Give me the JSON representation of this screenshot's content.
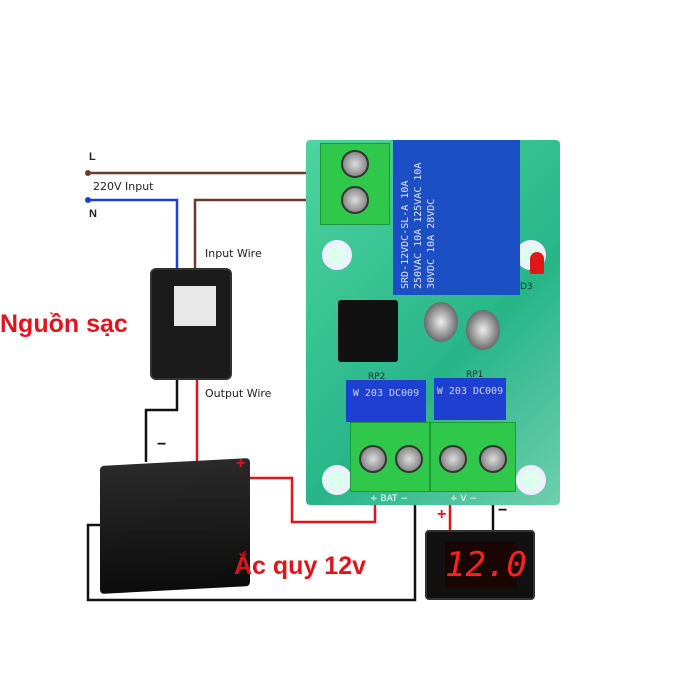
{
  "wiring": {
    "line_label": "L",
    "neutral_label": "N",
    "ac_input_label": "220V Input",
    "input_wire_label": "Input Wire",
    "output_wire_label": "Output Wire"
  },
  "captions": {
    "charger": "Nguồn sạc",
    "battery": "Ắc quy 12v"
  },
  "board": {
    "relay_text": "SRD-12VDC-SL-A 10A 250VAC 10A 125VAC 10A 30VDC 10A 28VDC",
    "pot1_label": "RP1",
    "pot2_label": "RP2",
    "pot_marking": "W 203 DC009",
    "bat_terminal_label": "+ BAT −",
    "v_terminal_label": "+ V −",
    "led_label": "D3"
  },
  "polarity": {
    "battery_neg": "−",
    "battery_pos": "+",
    "meter_pos": "+",
    "meter_neg": "−"
  },
  "voltmeter": {
    "reading": "12.0"
  },
  "colors": {
    "live": "#6b3a2a",
    "neutral": "#1f3fd0",
    "positive": "#e0141c",
    "negative": "#111111"
  }
}
